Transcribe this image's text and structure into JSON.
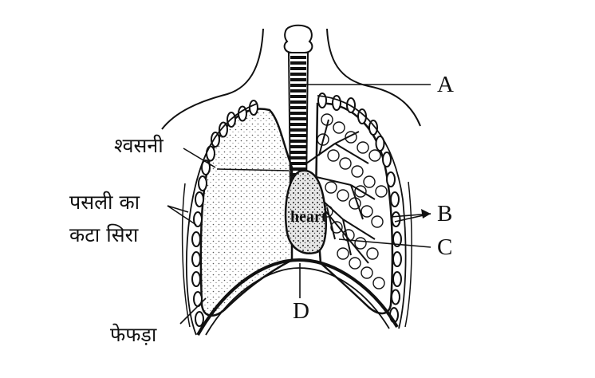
{
  "labels": {
    "trachea": "श्वसनी",
    "cut_rib_line1": "पसली का",
    "cut_rib_line2": "कटा सिरा",
    "lung": "फेफड़ा",
    "heart": "heart",
    "a": "A",
    "b": "B",
    "c": "C",
    "d": "D"
  },
  "colors": {
    "ink": "#111111",
    "background": "#ffffff",
    "stipple": "#6f6f6f"
  }
}
